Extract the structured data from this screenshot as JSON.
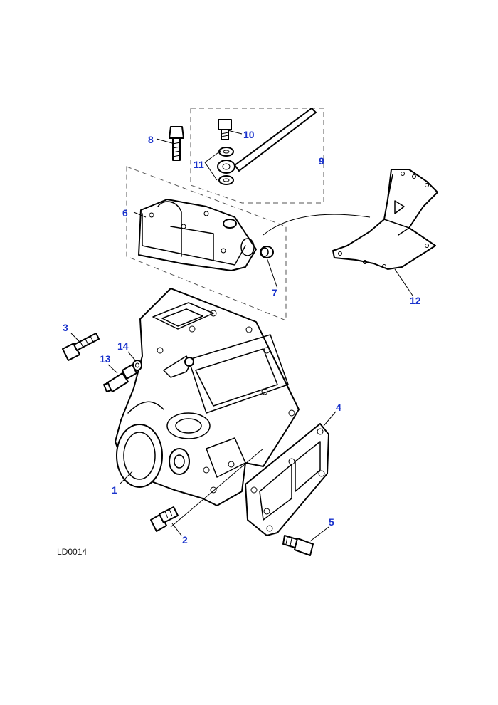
{
  "diagram": {
    "reference_code": "LD0014",
    "callouts": {
      "c1": "1",
      "c2": "2",
      "c3": "3",
      "c4": "4",
      "c5": "5",
      "c6": "6",
      "c7": "7",
      "c8": "8",
      "c9": "9",
      "c10": "10",
      "c11": "11",
      "c12": "12",
      "c13": "13",
      "c14": "14"
    },
    "colors": {
      "callout": "#1a33cc",
      "line": "#000000",
      "background": "#ffffff"
    }
  }
}
